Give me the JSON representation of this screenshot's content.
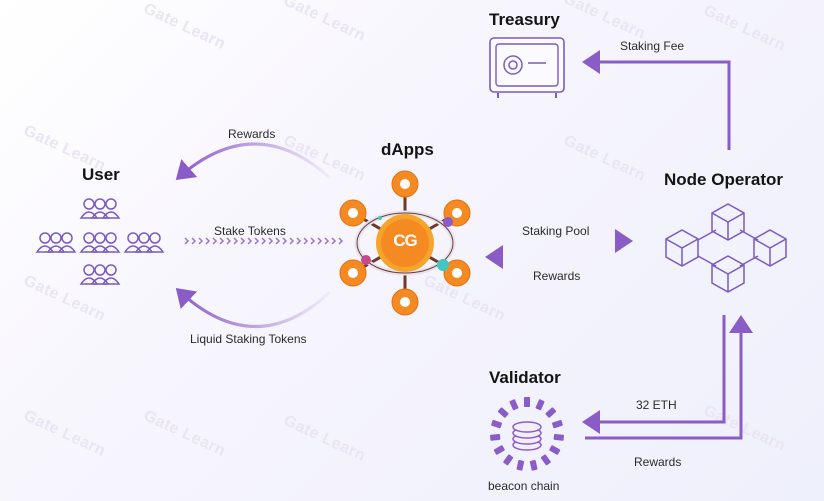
{
  "watermark": "Gate Learn",
  "titles": {
    "treasury": "Treasury",
    "user": "User",
    "dapps": "dApps",
    "node_operator": "Node Operator",
    "validator": "Validator"
  },
  "labels": {
    "staking_fee": "Staking Fee",
    "rewards_to_user": "Rewards",
    "stake_tokens": "Stake Tokens",
    "liquid_staking_tokens": "Liquid Staking Tokens",
    "staking_pool": "Staking Pool",
    "rewards_from_node": "Rewards",
    "eth_32": "32 ETH",
    "rewards_validator": "Rewards",
    "beacon_chain": "beacon chain"
  },
  "center_logo": "CG",
  "colors": {
    "arrow": "#8a5cc7",
    "user_icon": "#7b5bc2",
    "orange": "#f58a22",
    "node_line": "#7b5bc2"
  },
  "icons": {
    "treasury": "safe-icon",
    "user": "people-group-icon",
    "dapps": "dapps-hub-icon",
    "node": "cubes-network-icon",
    "validator": "beacon-chain-icon"
  }
}
